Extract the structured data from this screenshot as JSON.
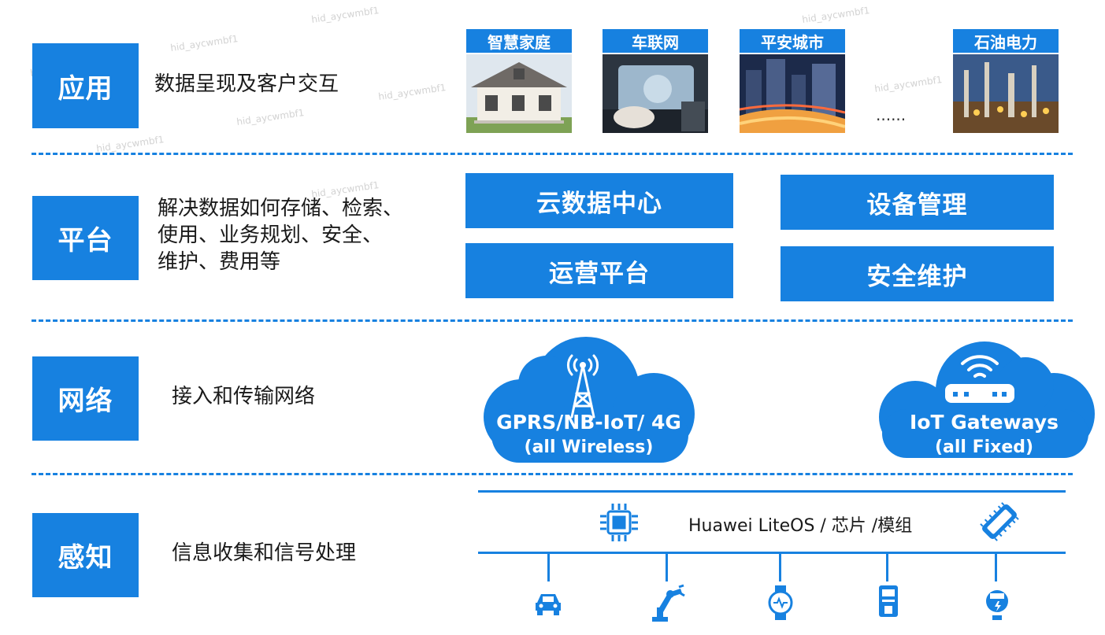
{
  "layers": [
    {
      "label": "应用",
      "description": "数据呈现及客户交互"
    },
    {
      "label": "平台",
      "description_lines": [
        "解决数据如何存储、检索、",
        "使用、业务规划、安全、",
        "维护、费用等"
      ]
    },
    {
      "label": "网络",
      "description": "接入和传输网络"
    },
    {
      "label": "感知",
      "description": "信息收集和信号处理"
    }
  ],
  "applications": [
    {
      "title": "智慧家庭",
      "image": "house-photo"
    },
    {
      "title": "车联网",
      "image": "car-dashboard-photo"
    },
    {
      "title": "平安城市",
      "image": "city-night-photo"
    },
    {
      "title": "石油电力",
      "image": "refinery-photo"
    }
  ],
  "applications_more": "......",
  "platform_boxes": [
    "云数据中心",
    "设备管理",
    "运营平台",
    "安全维护"
  ],
  "network": {
    "wireless": {
      "line1": "GPRS/NB-IoT/ 4G",
      "line2": "(all Wireless)",
      "icon": "cell-tower-icon"
    },
    "fixed": {
      "line1": "IoT Gateways",
      "line2": "(all Fixed)",
      "icon": "router-wifi-icon"
    }
  },
  "perception": {
    "bus_label": "Huawei LiteOS / 芯片 /模组",
    "chip_icon": "chip-icon",
    "module_icon": "module-icon",
    "devices": [
      "car-icon",
      "robot-arm-icon",
      "smartwatch-icon",
      "meter-icon",
      "power-meter-icon"
    ]
  },
  "watermark": "hid_aycwmbf1",
  "colors": {
    "accent": "#1781e0",
    "text": "#1a1a1a"
  }
}
